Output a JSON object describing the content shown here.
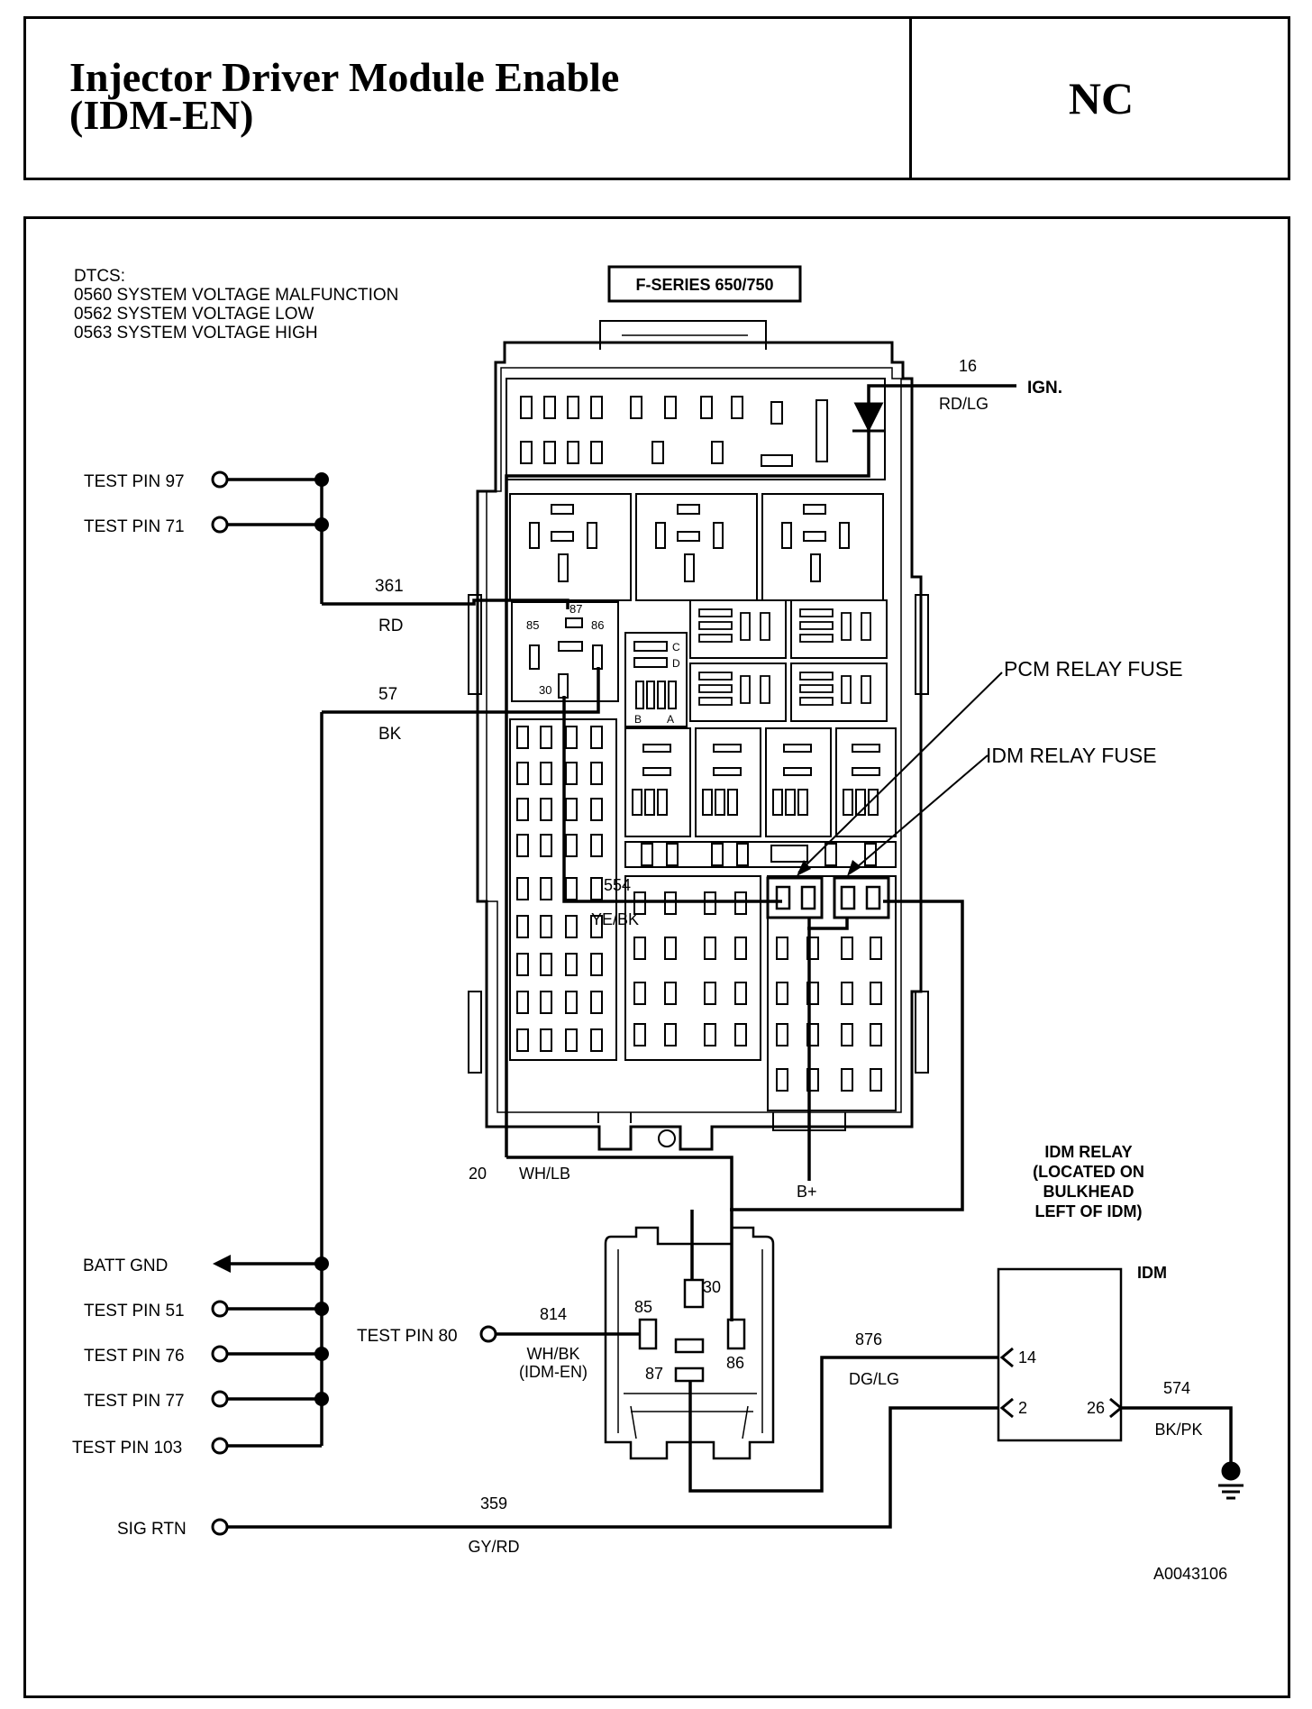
{
  "header": {
    "title_line1": "Injector Driver Module Enable",
    "title_line2": "(IDM-EN)",
    "code": "NC"
  },
  "dtcs": {
    "heading": "DTCS:",
    "items": [
      "0560 SYSTEM VOLTAGE MALFUNCTION",
      "0562 SYSTEM VOLTAGE LOW",
      "0563 SYSTEM VOLTAGE HIGH"
    ]
  },
  "fuse_box": {
    "label": "F-SERIES 650/750",
    "relay_pins": {
      "p87": "87",
      "p85": "85",
      "p86": "86",
      "p30": "30"
    },
    "block_letters": {
      "c": "C",
      "d": "D",
      "b": "B",
      "a": "A"
    }
  },
  "callouts": {
    "pcm_relay_fuse": "PCM RELAY FUSE",
    "idm_relay_fuse": "IDM RELAY FUSE"
  },
  "idm_relay": {
    "note_lines": [
      "IDM RELAY",
      "(LOCATED ON",
      "BULKHEAD",
      "LEFT OF IDM)"
    ],
    "pins": {
      "p30": "30",
      "p85": "85",
      "p86": "86",
      "p87": "87"
    }
  },
  "idm": {
    "label": "IDM",
    "pins": {
      "p14": "14",
      "p2": "2",
      "p26": "26"
    }
  },
  "test_points": {
    "pin97": "TEST PIN 97",
    "pin71": "TEST PIN 71",
    "batt_gnd": "BATT GND",
    "pin51": "TEST PIN 51",
    "pin76": "TEST PIN 76",
    "pin77": "TEST PIN 77",
    "pin103": "TEST PIN 103",
    "pin80": "TEST PIN 80",
    "sig_rtn": "SIG RTN"
  },
  "circuits": {
    "c16": {
      "number": "16",
      "color": "RD/LG",
      "dest": "IGN."
    },
    "c361": {
      "number": "361",
      "color": "RD"
    },
    "c57": {
      "number": "57",
      "color": "BK"
    },
    "c554": {
      "number": "554",
      "color": "YE/BK"
    },
    "c20": {
      "number": "20",
      "color": "WH/LB"
    },
    "bplus": "B+",
    "c814": {
      "number": "814",
      "color": "WH/BK",
      "note": "(IDM-EN)"
    },
    "c876": {
      "number": "876",
      "color": "DG/LG"
    },
    "c574": {
      "number": "574",
      "color": "BK/PK"
    },
    "c359": {
      "number": "359",
      "color": "GY/RD"
    }
  },
  "figure_id": "A0043106"
}
